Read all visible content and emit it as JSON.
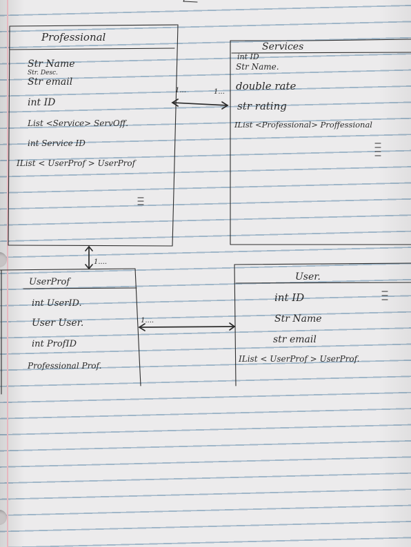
{
  "classes": {
    "professional": {
      "title": "Professional",
      "fields": [
        "Str  Name",
        "Str.  Desc.",
        "Str  email",
        "int  ID",
        "List <Service> ServOff.",
        "int  Service ID",
        "IList < UserProf >  UserProf"
      ]
    },
    "services": {
      "title": "Services",
      "fields": [
        "int  ID",
        "Str  Name.",
        "double  rate",
        "str  rating",
        "IList <Professional> Proffessional"
      ]
    },
    "userprof": {
      "title": "UserProf",
      "fields": [
        "int  UserID.",
        "User  User.",
        "int  ProfID",
        "Professional  Prof."
      ]
    },
    "user": {
      "title": "User.",
      "fields": [
        "int  ID",
        "Str  Name",
        "str  email",
        "IList < UserProf >  UserProf."
      ]
    }
  },
  "relations": {
    "prof_services": {
      "left_label": "1...",
      "right_label": "1..."
    },
    "prof_userprof": {
      "label": "1...."
    },
    "userprof_user": {
      "label": "1...."
    }
  },
  "colors": {
    "ink": "#2b2b2b",
    "rule": "#9fb6c8",
    "margin": "#e6b7bf",
    "paper": "#ecebec"
  }
}
